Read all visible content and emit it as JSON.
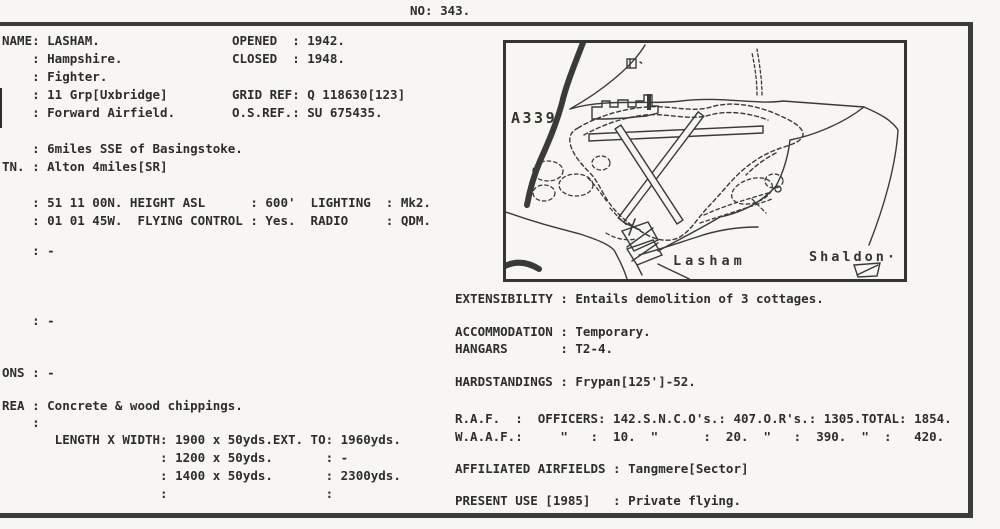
{
  "header": {
    "doc_no": "NO: 343."
  },
  "left_column": {
    "lines": [
      "NAME: LASHAM.",
      "    : Hampshire.",
      "    : Fighter.",
      "    : 11 Grp[Uxbridge]",
      "    : Forward Airfield.",
      "    : 6miles SSE of Basingstoke.",
      "TN. : Alton 4miles[SR]",
      "    : 51 11 00N. HEIGHT ASL      : 600'  LIGHTING  : Mk2.",
      "    : 01 01 45W.  FLYING CONTROL : Yes.  RADIO     : QDM.",
      "    : -",
      "    : -",
      "ONS : -",
      "REA : Concrete & wood chippings.",
      "    :",
      "       LENGTH X WIDTH: 1900 x 50yds.EXT. TO: 1960yds.",
      "                     : 1200 x 50yds.       : -",
      "                     : 1400 x 50yds.       : 2300yds.",
      "                     :                     :"
    ]
  },
  "info_column": {
    "lines": [
      "OPENED  : 1942.",
      "CLOSED  : 1948.",
      "GRID REF: Q 118630[123]",
      "O.S.REF.: SU 675435."
    ]
  },
  "right_column": {
    "lines": [
      "EXTENSIBILITY : Entails demolition of 3 cottages.",
      "ACCOMMODATION : Temporary.",
      "HANGARS       : T2-4.",
      "HARDSTANDINGS : Frypan[125']-52.",
      "R.A.F.  :  OFFICERS: 142.S.N.C.O's.: 407.O.R's.: 1305.TOTAL: 1854.",
      "W.A.A.F.:     \"   :  10.  \"      :  20.  \"   :  390.  \"  :   420.",
      "AFFILIATED AIRFIELDS : Tangmere[Sector]",
      "PRESENT USE [1985]   : Private flying."
    ]
  },
  "map": {
    "road_label": "A339",
    "village_label": "Lasham",
    "village2_label": "Shaldon·"
  },
  "colors": {
    "ink": "#2d2d2a",
    "paper": "#f7f6f2",
    "border": "#3c3c38",
    "map_line": "#3a3a36"
  }
}
